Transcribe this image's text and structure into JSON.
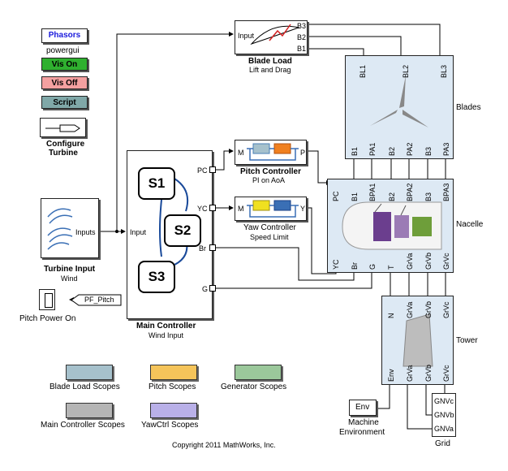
{
  "left_panel": {
    "phasors": "Phasors",
    "powergui": "powergui",
    "vis_on": "Vis On",
    "vis_off": "Vis Off",
    "script": "Script",
    "configure_turbine": [
      "Configure",
      "Turbine"
    ]
  },
  "turbine_input": {
    "port": "Inputs",
    "title": "Turbine Input",
    "subtitle": "Wind"
  },
  "pitch_power_on": {
    "constant": "PF_Pitch",
    "label": "Pitch Power On"
  },
  "main_controller": {
    "title": "Main Controller",
    "subtitle": "Wind Input",
    "input": "Input",
    "states": [
      "S1",
      "S2",
      "S3"
    ],
    "ports": [
      "PC",
      "YC",
      "Br",
      "G"
    ]
  },
  "blade_load": {
    "title": "Blade Load",
    "subtitle": "Lift and Drag",
    "input": "Input",
    "outputs": [
      "B3",
      "B2",
      "B1"
    ]
  },
  "pitch_controller": {
    "title": "Pitch Controller",
    "subtitle": "PI on AoA",
    "in": "M",
    "out": "P"
  },
  "yaw_controller": {
    "title": "Yaw Controller",
    "subtitle": "Speed Limit",
    "in": "M",
    "out": "Y"
  },
  "blades": {
    "label": "Blades",
    "top_ports": [
      "BL1",
      "BL2",
      "BL3"
    ],
    "bottom_ports": [
      "B1",
      "PA1",
      "B2",
      "PA2",
      "B3",
      "PA3"
    ]
  },
  "nacelle": {
    "label": "Nacelle",
    "top_ports": [
      "PC",
      "B1",
      "BPA1",
      "B2",
      "BPA2",
      "B3",
      "BPA3"
    ],
    "bottom_ports": [
      "YC",
      "Br",
      "G",
      "T",
      "GrVa",
      "GrVb",
      "GrVc"
    ]
  },
  "tower": {
    "label": "Tower",
    "top_ports": [
      "N",
      "GrVa",
      "GrVb",
      "GrVc"
    ],
    "bottom_ports": [
      "Env",
      "GrVa",
      "GrVb",
      "GrVc"
    ]
  },
  "env": {
    "block": "Env",
    "label": [
      "Machine",
      "Environment"
    ]
  },
  "grid": {
    "label": "Grid",
    "ports": [
      "GNVc",
      "GNVb",
      "GNVa"
    ]
  },
  "scopes": {
    "blade_load": "Blade Load Scopes",
    "pitch": "Pitch Scopes",
    "generator": "Generator Scopes",
    "main_controller": "Main Controller Scopes",
    "yawctrl": "YawCtrl Scopes"
  },
  "colors": {
    "phasors_text": "#1a1adc",
    "vis_on": "#2fb02f",
    "vis_off": "#f4a0a0",
    "script": "#80a8a8",
    "scope_blade": "#a6c1cc",
    "scope_pitch": "#f5c45a",
    "scope_gen": "#9bc89b",
    "scope_main": "#b5b5b5",
    "scope_yaw": "#b9b0e8",
    "subsystem_fill": "#dde9f4"
  },
  "copyright": "Copyright 2011 MathWorks, Inc."
}
